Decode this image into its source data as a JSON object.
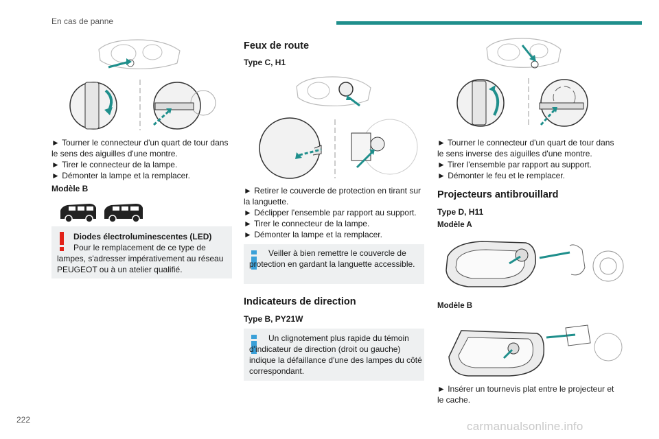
{
  "header": {
    "section": "En cas de panne"
  },
  "page_number": "222",
  "watermark": "carmanualsonline.info",
  "col1": {
    "steps": [
      "► Tourner le connecteur d'un quart de tour dans le sens des aiguilles d'une montre.",
      "► Tirer le connecteur de la lampe.",
      "► Démonter la lampe et la remplacer."
    ],
    "model_b_label": "Modèle B",
    "warning": {
      "title": "Diodes électroluminescentes (LED)",
      "text": "Pour le remplacement de ce type de lampes, s'adresser impérativement au réseau PEUGEOT ou à un atelier qualifié."
    }
  },
  "col2": {
    "heading": "Feux de route",
    "type_label": "Type C, H1",
    "steps": [
      "► Retirer le couvercle de protection en tirant sur la languette.",
      "► Déclipper l'ensemble par rapport au support.",
      "► Tirer le connecteur de la lampe.",
      "► Démonter la lampe et la remplacer."
    ],
    "info1": "Veiller à bien remettre le couvercle de protection en gardant la languette accessible.",
    "heading2": "Indicateurs de direction",
    "type_label2": "Type B, PY21W",
    "info2": "Un clignotement plus rapide du témoin d'indicateur de direction (droit ou gauche) indique la défaillance d'une des lampes du côté correspondant."
  },
  "col3": {
    "steps": [
      "► Tourner le connecteur d'un quart de tour dans le sens inverse des aiguilles d'une montre.",
      "► Tirer l'ensemble par rapport au support.",
      "► Démonter le feu et le remplacer."
    ],
    "heading": "Projecteurs antibrouillard",
    "type_label": "Type D, H11",
    "model_a_label": "Modèle A",
    "model_b_label": "Modèle B",
    "final_step": "► Insérer un tournevis plat entre le projecteur et le cache."
  },
  "colors": {
    "accent": "#1f8f8c",
    "warning": "#e2231a",
    "info": "#3aa0d8",
    "box_bg": "#eef0f1"
  }
}
